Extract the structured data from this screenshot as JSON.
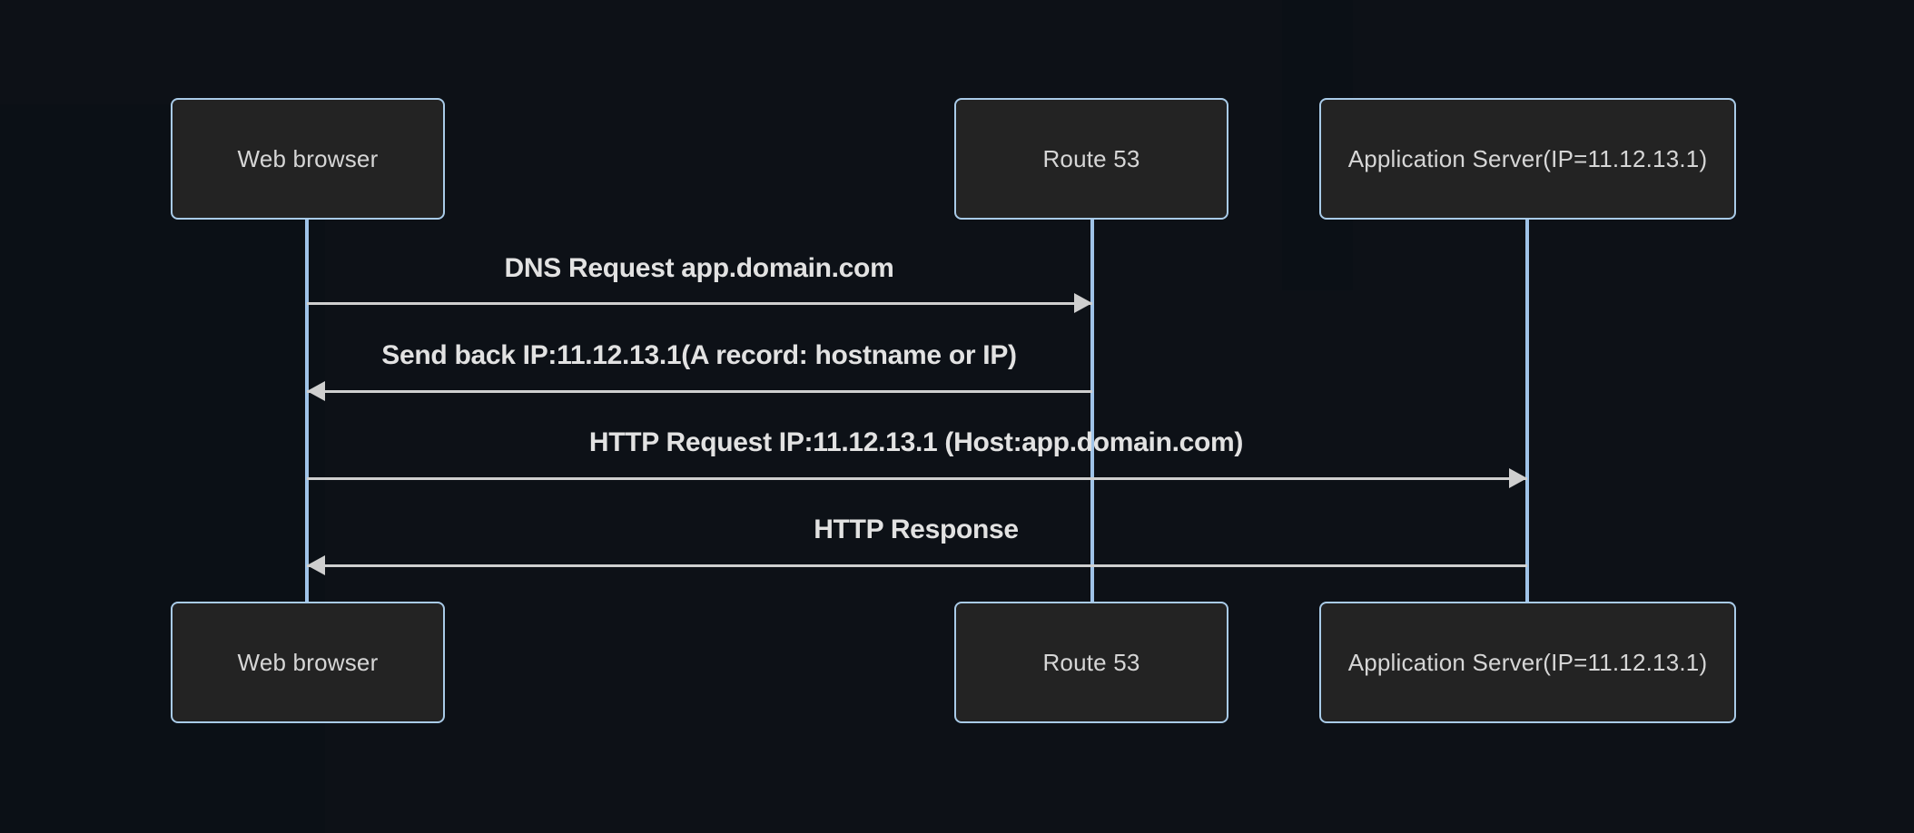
{
  "diagram": {
    "type": "sequence-diagram",
    "title": "DNS resolution and HTTP request flow",
    "colors": {
      "background": "#0d1117",
      "box_fill": "#232323",
      "box_border": "#a9cbe8",
      "lifeline": "#9fc3e8",
      "message_line": "#cfcfcf",
      "text": "#d6d6d6",
      "label_text": "#e2e2e2"
    },
    "participants": [
      {
        "id": "web-browser",
        "label": "Web browser"
      },
      {
        "id": "route-53",
        "label": "Route 53"
      },
      {
        "id": "application-server",
        "label": "Application Server(IP=11.12.13.1)"
      }
    ],
    "messages": [
      {
        "index": 1,
        "label": "DNS Request app.domain.com",
        "from": "web-browser",
        "to": "route-53",
        "direction": "right"
      },
      {
        "index": 2,
        "label": "Send back IP:11.12.13.1(A record: hostname or IP)",
        "from": "route-53",
        "to": "web-browser",
        "direction": "left"
      },
      {
        "index": 3,
        "label": "HTTP Request IP:11.12.13.1 (Host:app.domain.com)",
        "from": "web-browser",
        "to": "application-server",
        "direction": "right"
      },
      {
        "index": 4,
        "label": "HTTP Response",
        "from": "application-server",
        "to": "web-browser",
        "direction": "left"
      }
    ]
  }
}
